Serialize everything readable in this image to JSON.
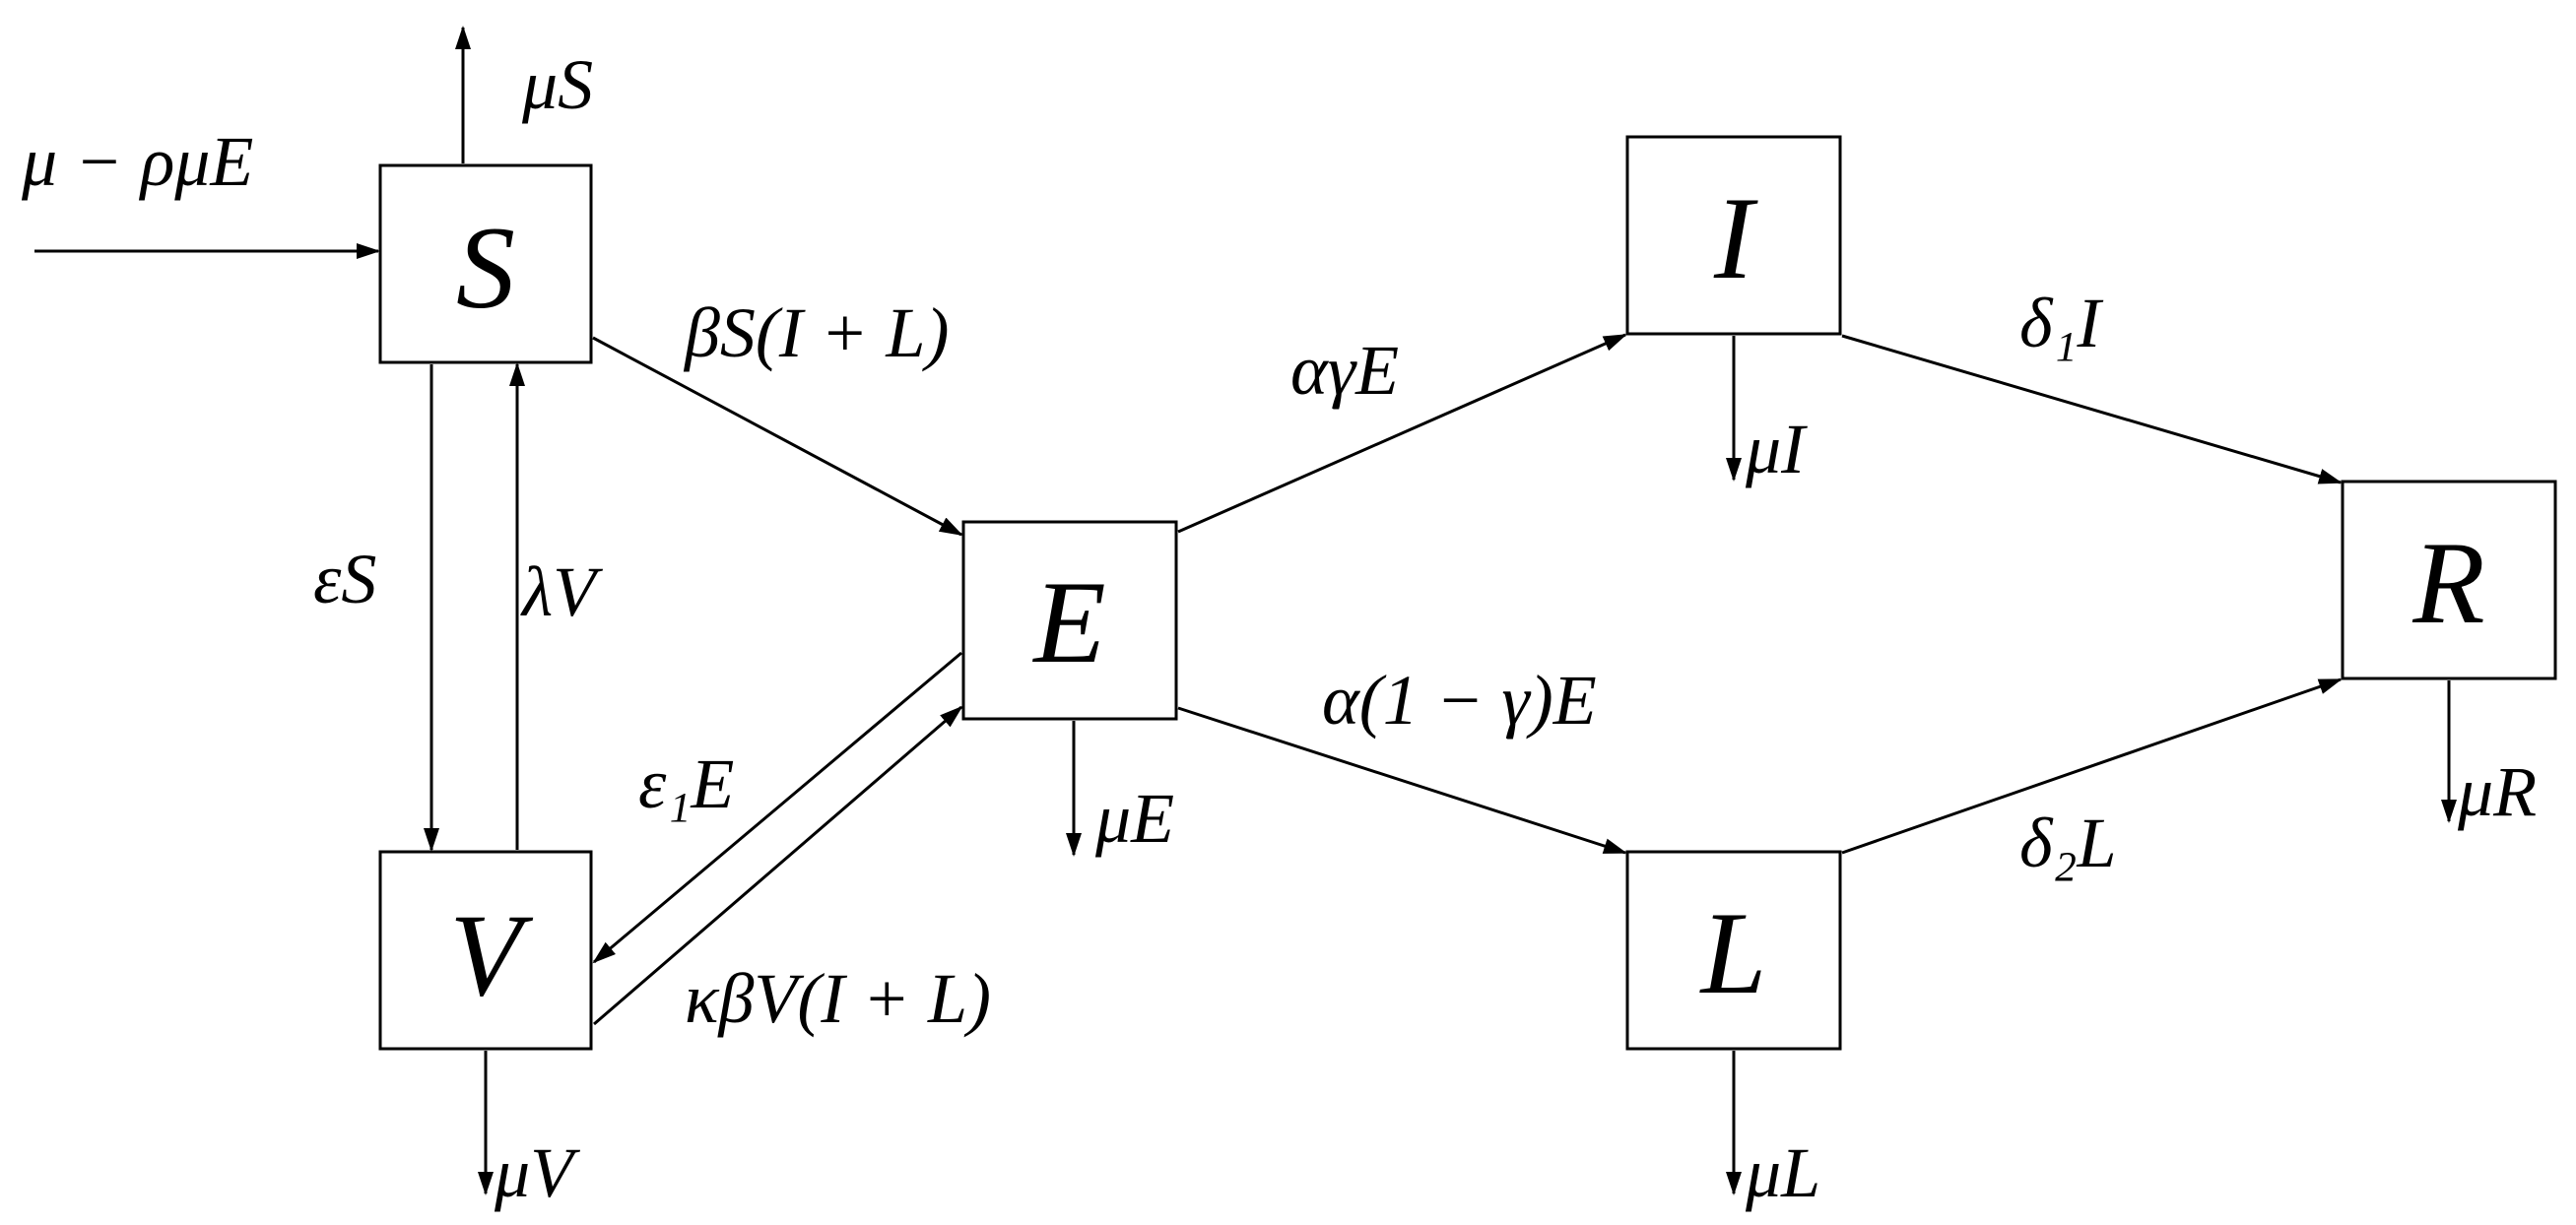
{
  "nodes": {
    "S": "S",
    "V": "V",
    "E": "E",
    "I": "I",
    "L": "L",
    "R": "R"
  },
  "rates": {
    "inflow": "μ − ρμE",
    "death_S": "μS",
    "S_to_E": "βS(I + L)",
    "S_to_V": "εS",
    "V_to_S": "λV",
    "E_to_V": "ε₁E",
    "V_to_E": "κβV(I + L)",
    "death_V": "μV",
    "death_E": "μE",
    "E_to_I": "αγE",
    "E_to_L": "α(1 − γ)E",
    "death_I": "μI",
    "death_L": "μL",
    "I_to_R": "δ₁I",
    "L_to_R": "δ₂L",
    "death_R": "μR"
  },
  "colors": {
    "stroke": "#000000",
    "background": "#ffffff"
  }
}
